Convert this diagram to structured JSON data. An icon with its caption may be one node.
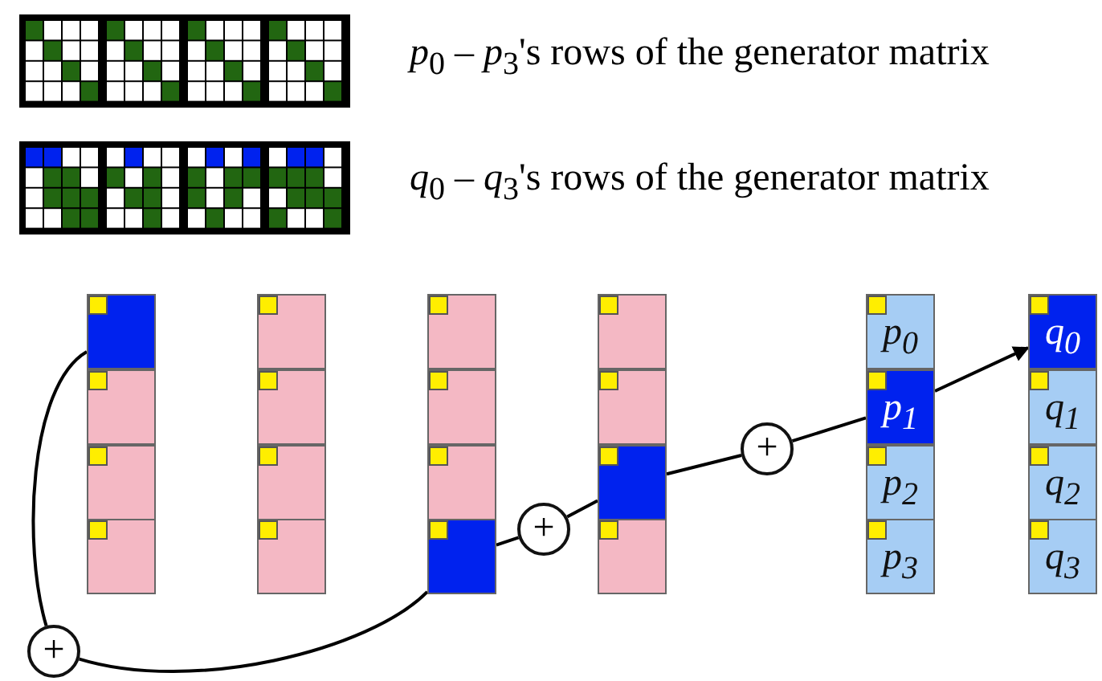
{
  "diagram": {
    "nodes": [
      {
        "text": [],
        "shape": "box"
      },
      {
        "text": [],
        "shape": "box"
      },
      {
        "text": [],
        "shape": "box"
      },
      {
        "text": [],
        "shape": "box"
      },
      {
        "text": [],
        "shape": "box"
      },
      {
        "text": [],
        "shape": "box"
      },
      {
        "text": [],
        "shape": "box"
      },
      {
        "text": [],
        "shape": "box"
      },
      {
        "text": [],
        "shape": "box"
      },
      {
        "text": [],
        "shape": "box"
      },
      {
        "text": [],
        "shape": "box"
      },
      {
        "text": [],
        "shape": "box"
      },
      {
        "text": [],
        "shape": "box"
      },
      {
        "text": [],
        "shape": "box"
      },
      {
        "text": [],
        "shape": "box"
      },
      {
        "text": [],
        "shape": "box"
      },
      {
        "text": [
          "p$_{0}$"
        ]
      },
      {
        "text": [
          "p$_{1}$"
        ]
      },
      {
        "text": [
          "p$_{2}$"
        ]
      },
      {
        "text": [
          "p$_{3}$"
        ]
      },
      {
        "text": [
          "q$_{0}$"
        ]
      },
      {
        "text": [
          "q$_{1}$"
        ]
      },
      {
        "text": [
          "q$_{2}$"
        ]
      },
      {
        "text": [
          "q$_{3}$"
        ]
      },
      {
        "text": [
          "+"
        ]
      },
      {
        "text": [
          "+"
        ]
      },
      {
        "text": [
          "+"
        ]
      }
    ],
    "edges": [
      {
        "from": 0,
        "to": 26,
        "arrow": "none"
      },
      {
        "from": 26,
        "to": 11,
        "arrow": "none"
      },
      {
        "from": 11,
        "to": 25,
        "arrow": "none"
      },
      {
        "from": 25,
        "to": 14,
        "arrow": "none"
      },
      {
        "from": 14,
        "to": 24,
        "arrow": "none"
      },
      {
        "from": 24,
        "to": 17,
        "arrow": "none"
      },
      {
        "from": 17,
        "to": 20,
        "arrow": "to"
      }
    ],
    "labels": [
      "*p*$_{0}$ – *p*$_{3}$'s rows of the generator matrix",
      "*q*$_{0}$ – *q*$_{3}$'s rows of the generator matrix"
    ]
  }
}
